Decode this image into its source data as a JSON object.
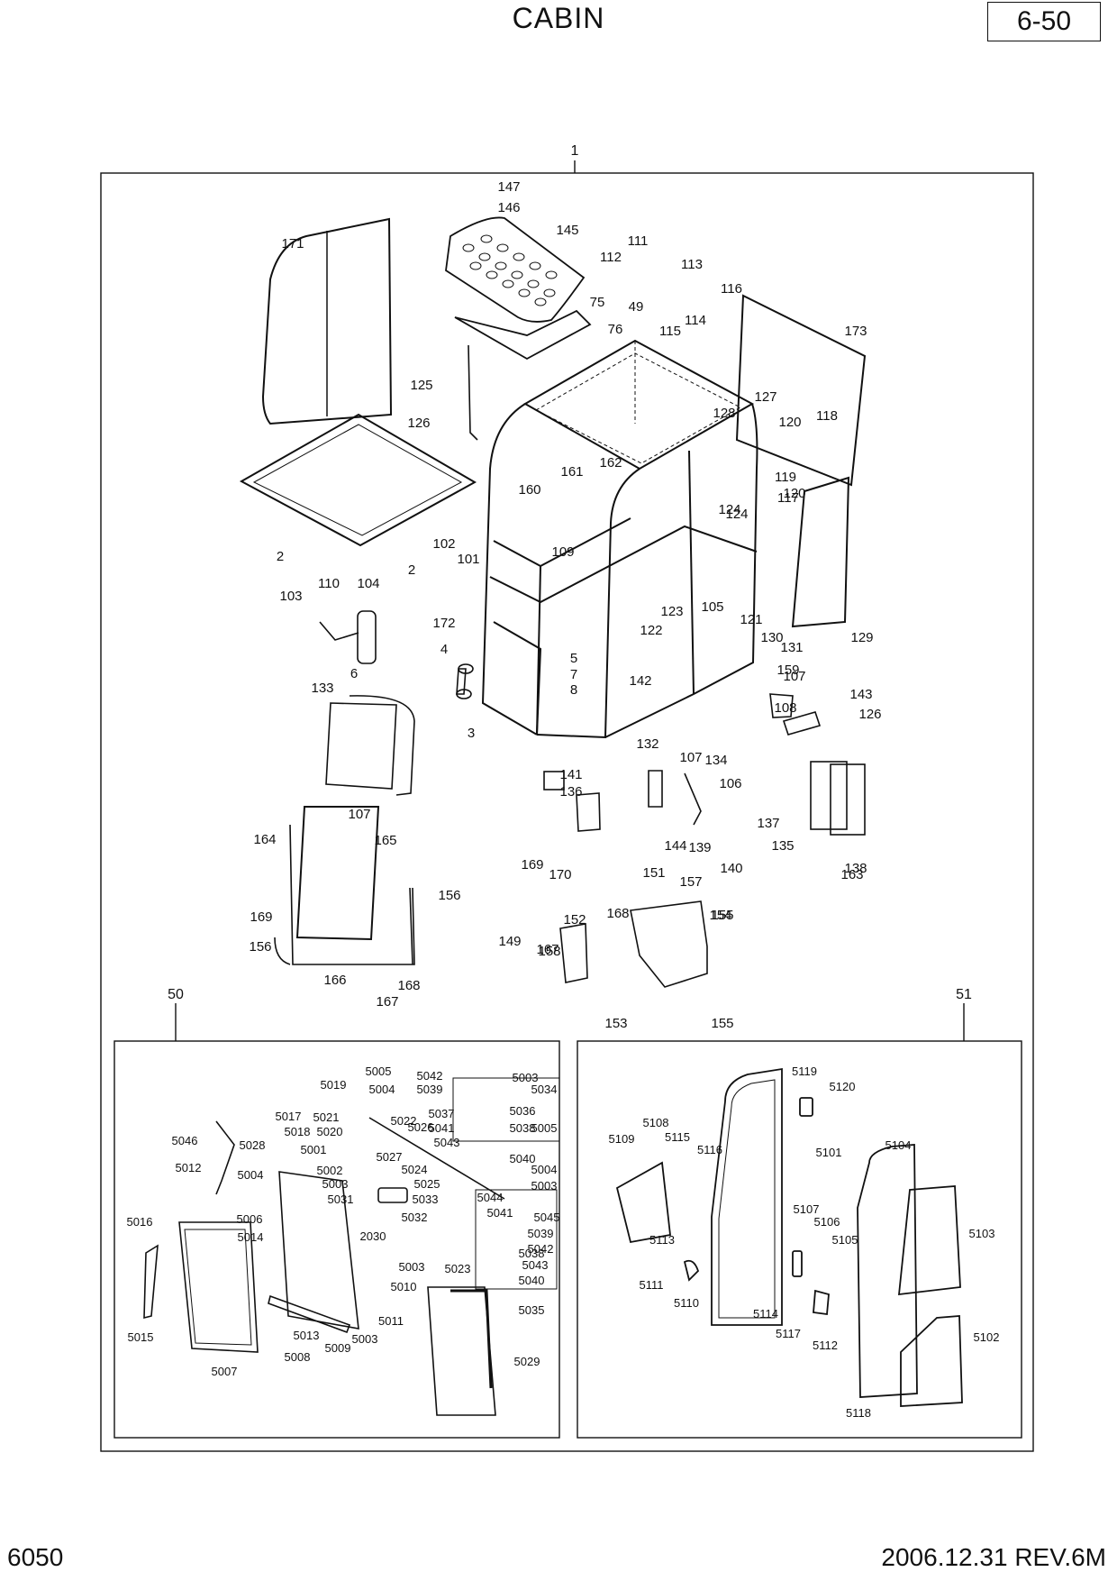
{
  "header": {
    "title": "CABIN",
    "page_ref": "6-50"
  },
  "footer": {
    "code": "6050",
    "revision": "2006.12.31  REV.6M"
  },
  "assemblies": {
    "main": "1",
    "door_left": "50",
    "door_right": "51"
  },
  "callouts": {
    "main": [
      "147",
      "146",
      "145",
      "171",
      "112",
      "111",
      "113",
      "116",
      "75",
      "49",
      "114",
      "76",
      "115",
      "173",
      "125",
      "127",
      "126",
      "128",
      "120",
      "118",
      "162",
      "161",
      "160",
      "119",
      "117",
      "120",
      "124",
      "124",
      "2",
      "2",
      "102",
      "101",
      "109",
      "110",
      "104",
      "103",
      "105",
      "123",
      "122",
      "121",
      "130",
      "131",
      "129",
      "172",
      "4",
      "5",
      "7",
      "8",
      "6",
      "142",
      "159",
      "107",
      "133",
      "143",
      "3",
      "126",
      "108",
      "132",
      "107",
      "134",
      "141",
      "136",
      "106",
      "107",
      "137",
      "144",
      "139",
      "140",
      "135",
      "138",
      "163",
      "164",
      "165",
      "169",
      "170",
      "151",
      "156",
      "157",
      "154",
      "169",
      "168",
      "155",
      "149",
      "167",
      "152",
      "156",
      "158",
      "166",
      "168",
      "167",
      "153",
      "155"
    ],
    "door_left": [
      "5005",
      "5042",
      "5003",
      "5019",
      "5004",
      "5039",
      "5034",
      "5017",
      "5021",
      "5037",
      "5036",
      "5018",
      "5022",
      "5020",
      "5026",
      "5041",
      "5038",
      "5005",
      "5046",
      "5028",
      "5001",
      "5043",
      "5027",
      "5040",
      "5012",
      "5004",
      "5002",
      "5024",
      "5004",
      "5003",
      "5025",
      "5003",
      "5031",
      "5033",
      "5006",
      "5044",
      "5032",
      "5041",
      "5045",
      "5014",
      "2030",
      "5039",
      "5016",
      "5042",
      "5038",
      "5023",
      "5043",
      "5003",
      "5010",
      "5040",
      "5035",
      "5015",
      "5013",
      "5011",
      "5009",
      "5003",
      "5008",
      "5029",
      "5007"
    ],
    "door_right": [
      "5119",
      "5120",
      "5108",
      "5109",
      "5115",
      "5116",
      "5101",
      "5104",
      "5107",
      "5106",
      "5113",
      "5105",
      "5103",
      "5111",
      "5110",
      "5114",
      "5117",
      "5112",
      "5102",
      "5118"
    ]
  }
}
